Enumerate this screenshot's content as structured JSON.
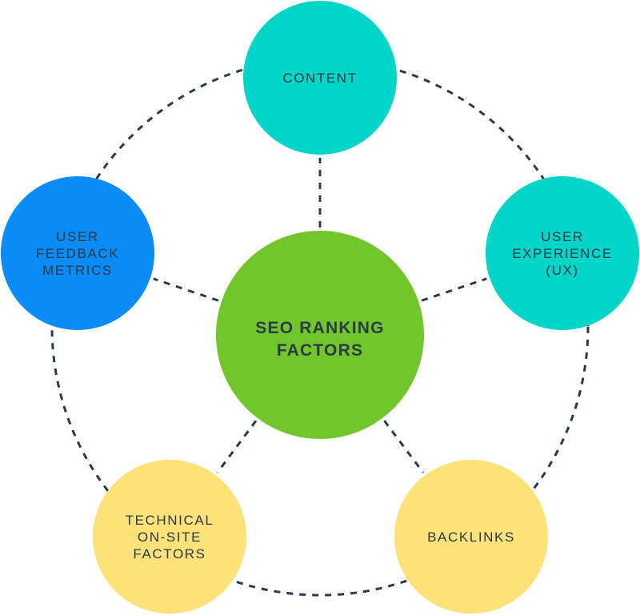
{
  "center": {
    "lines": [
      "SEO RANKING",
      "FACTORS"
    ],
    "color": "#72c62b"
  },
  "nodes": [
    {
      "id": "content",
      "lines": [
        "CONTENT"
      ],
      "color": "#00d5c8"
    },
    {
      "id": "user-experience",
      "lines": [
        "USER",
        "EXPERIENCE",
        "(UX)"
      ],
      "color": "#00d5c8"
    },
    {
      "id": "backlinks",
      "lines": [
        "BACKLINKS"
      ],
      "color": "#fde27a"
    },
    {
      "id": "technical-on-site-factors",
      "lines": [
        "TECHNICAL",
        "ON-SITE",
        "FACTORS"
      ],
      "color": "#fde27a"
    },
    {
      "id": "user-feedback-metrics",
      "lines": [
        "USER",
        "FEEDBACK",
        "METRICS"
      ],
      "color": "#0a8bf5"
    }
  ],
  "connector_color": "#2b3a4a"
}
